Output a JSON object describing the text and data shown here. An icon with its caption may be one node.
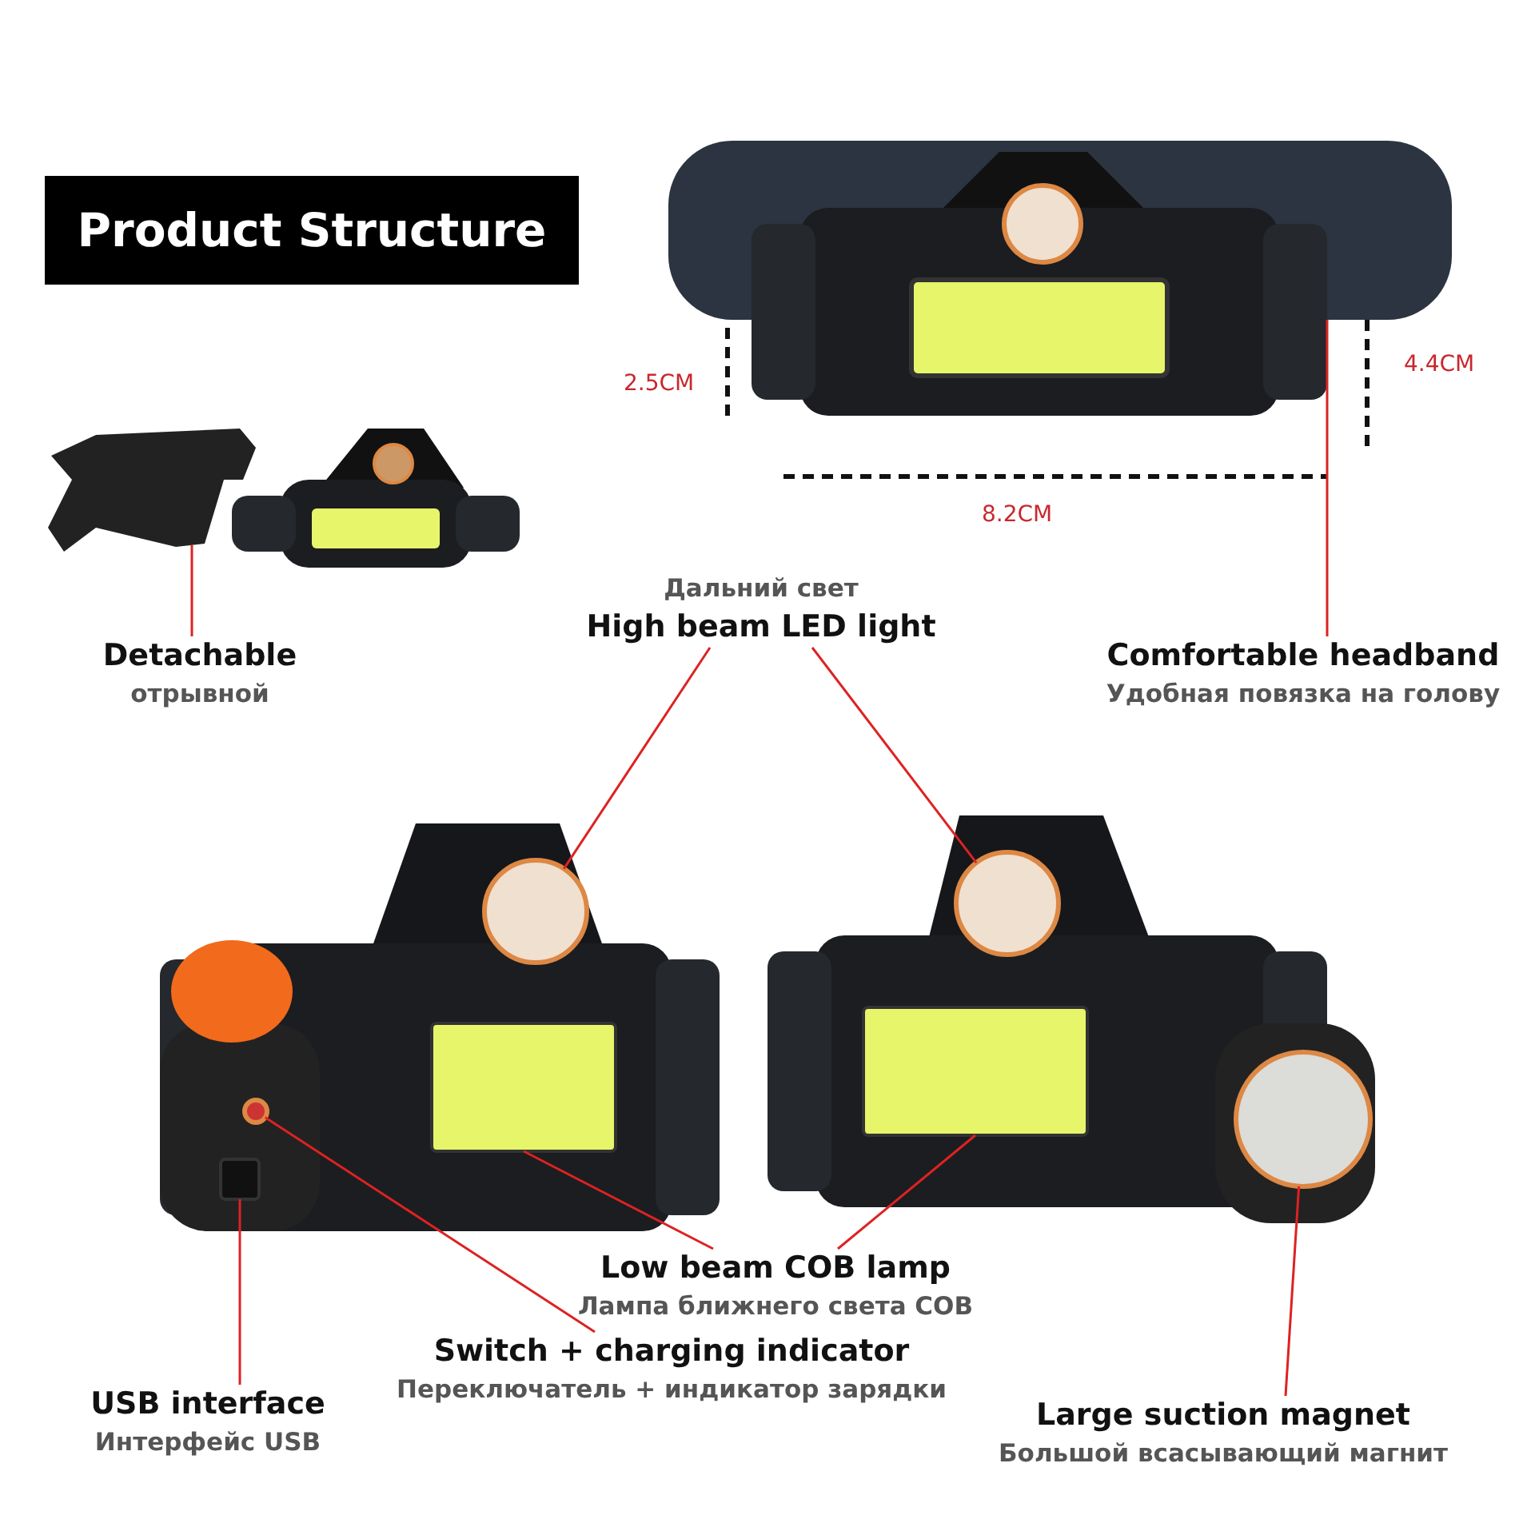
{
  "diagram": {
    "title": "Product Structure",
    "nodes": [
      {
        "text": [
          "Detachable",
          "отрывной"
        ]
      },
      {
        "text": [
          "Дальний свет",
          "High beam LED light"
        ]
      },
      {
        "text": [
          "Comfortable headband",
          "Удобная повязка на голову"
        ]
      },
      {
        "text": [
          "Low beam COB lamp",
          "Лампа ближнего света COB"
        ]
      },
      {
        "text": [
          "Switch + charging indicator",
          "Переключатель + индикатор зарядки"
        ]
      },
      {
        "text": [
          "USB interface",
          "Интерфейс USB"
        ]
      },
      {
        "text": [
          "Large suction magnet",
          "Большой всасывающий магнит"
        ]
      },
      {
        "text": [],
        "shape": "picture"
      },
      {
        "text": [],
        "shape": "bar"
      },
      {
        "text": [],
        "shape": "circle"
      },
      {
        "text": [],
        "shape": "circle"
      },
      {
        "text": [],
        "shape": "box"
      },
      {
        "text": [],
        "shape": "box"
      },
      {
        "text": [],
        "shape": "circle"
      },
      {
        "text": [],
        "shape": "box"
      },
      {
        "text": [],
        "shape": "circle"
      }
    ],
    "edges": [
      {
        "from": 0,
        "to": 7,
        "arrow": "none"
      },
      {
        "from": 1,
        "to": 9,
        "arrow": "none"
      },
      {
        "from": 1,
        "to": 10,
        "arrow": "none"
      },
      {
        "from": 2,
        "to": 8,
        "arrow": "none"
      },
      {
        "from": 3,
        "to": 11,
        "arrow": "none"
      },
      {
        "from": 3,
        "to": 12,
        "arrow": "none"
      },
      {
        "from": 4,
        "to": 13,
        "arrow": "none"
      },
      {
        "from": 5,
        "to": 14,
        "arrow": "none"
      },
      {
        "from": 6,
        "to": 15,
        "arrow": "none"
      }
    ],
    "labels": [
      "2.5CM",
      "4.4CM",
      "8.2CM"
    ]
  }
}
